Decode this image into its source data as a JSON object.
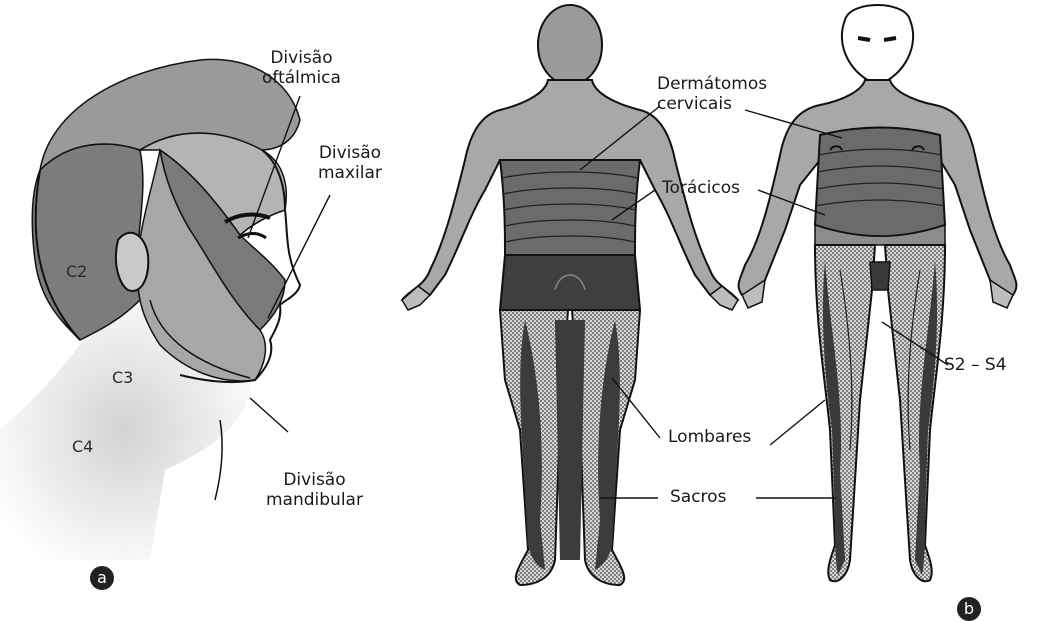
{
  "panel_a": {
    "tag": "a",
    "labels": {
      "oftalmica": [
        "Divisão",
        "oftálmica"
      ],
      "maxilar": [
        "Divisão",
        "maxilar"
      ],
      "mandibular": [
        "Divisão",
        "mandibular"
      ]
    },
    "segments": {
      "c2": "C2",
      "c3": "C3",
      "c4": "C4"
    }
  },
  "panel_b": {
    "tag": "b",
    "labels": {
      "cervicais": [
        "Dermátomos",
        "cervicais"
      ],
      "toracicos": "Torácicos",
      "lombares": "Lombares",
      "sacros": "Sacros",
      "s2_s4": "S2 – S4"
    }
  },
  "colors": {
    "head_zone_light": "#b9b9b9",
    "head_zone_mid": "#8f8f8f",
    "head_zone_dark": "#6e6e6e",
    "cervical_gray": "#a6a6a6",
    "thoracic_dark": "#6a6a6a",
    "leg_dark": "#454545",
    "skin": "#d9d9d9",
    "outline": "#111111"
  }
}
